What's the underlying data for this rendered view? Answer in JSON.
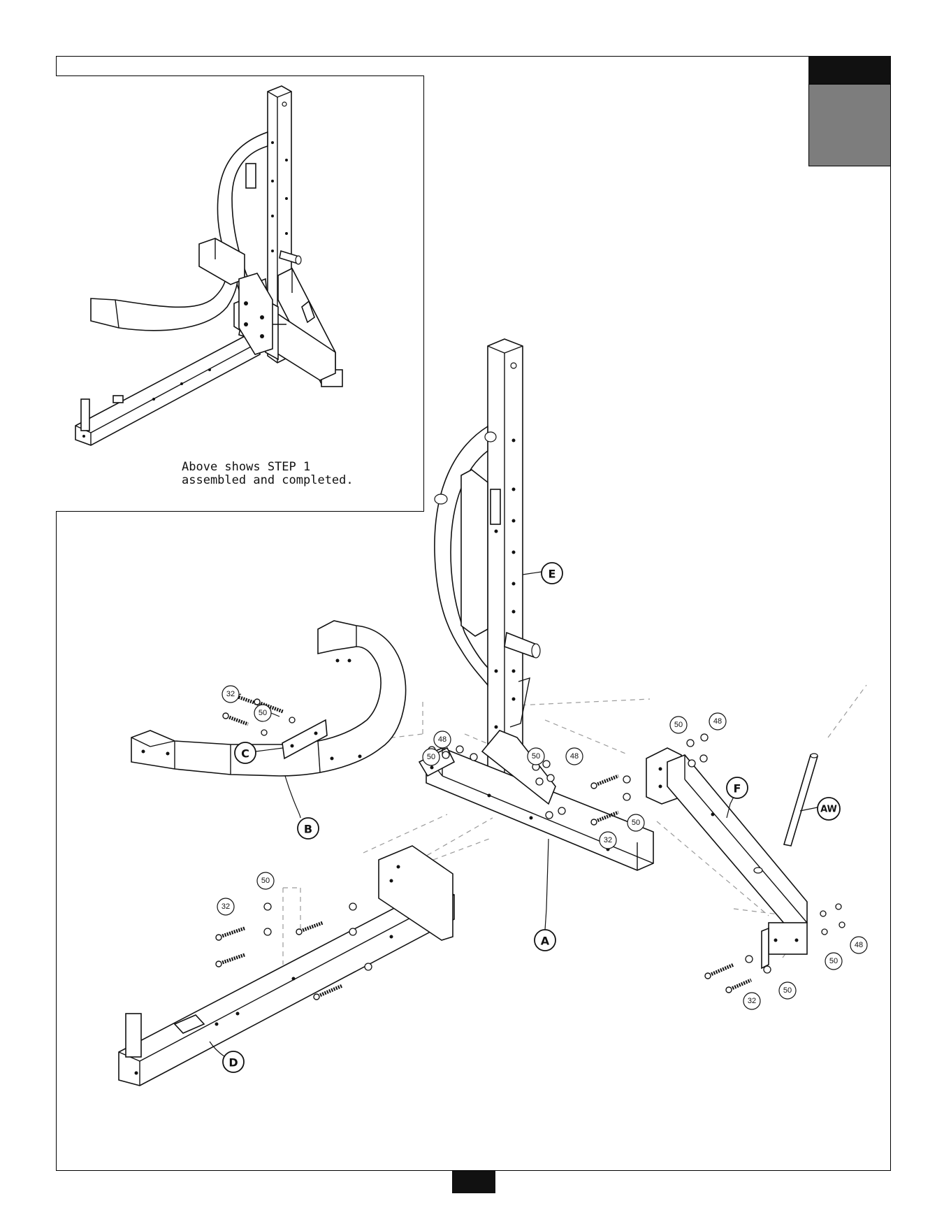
{
  "inset": {
    "caption_line1": "Above shows STEP 1",
    "caption_line2": "assembled and completed."
  },
  "parts": {
    "a": "A",
    "b": "B",
    "c": "C",
    "d": "D",
    "e": "E",
    "f": "F",
    "aw": "AW"
  },
  "hardware": {
    "n32": "32",
    "n48": "48",
    "n50": "50"
  }
}
